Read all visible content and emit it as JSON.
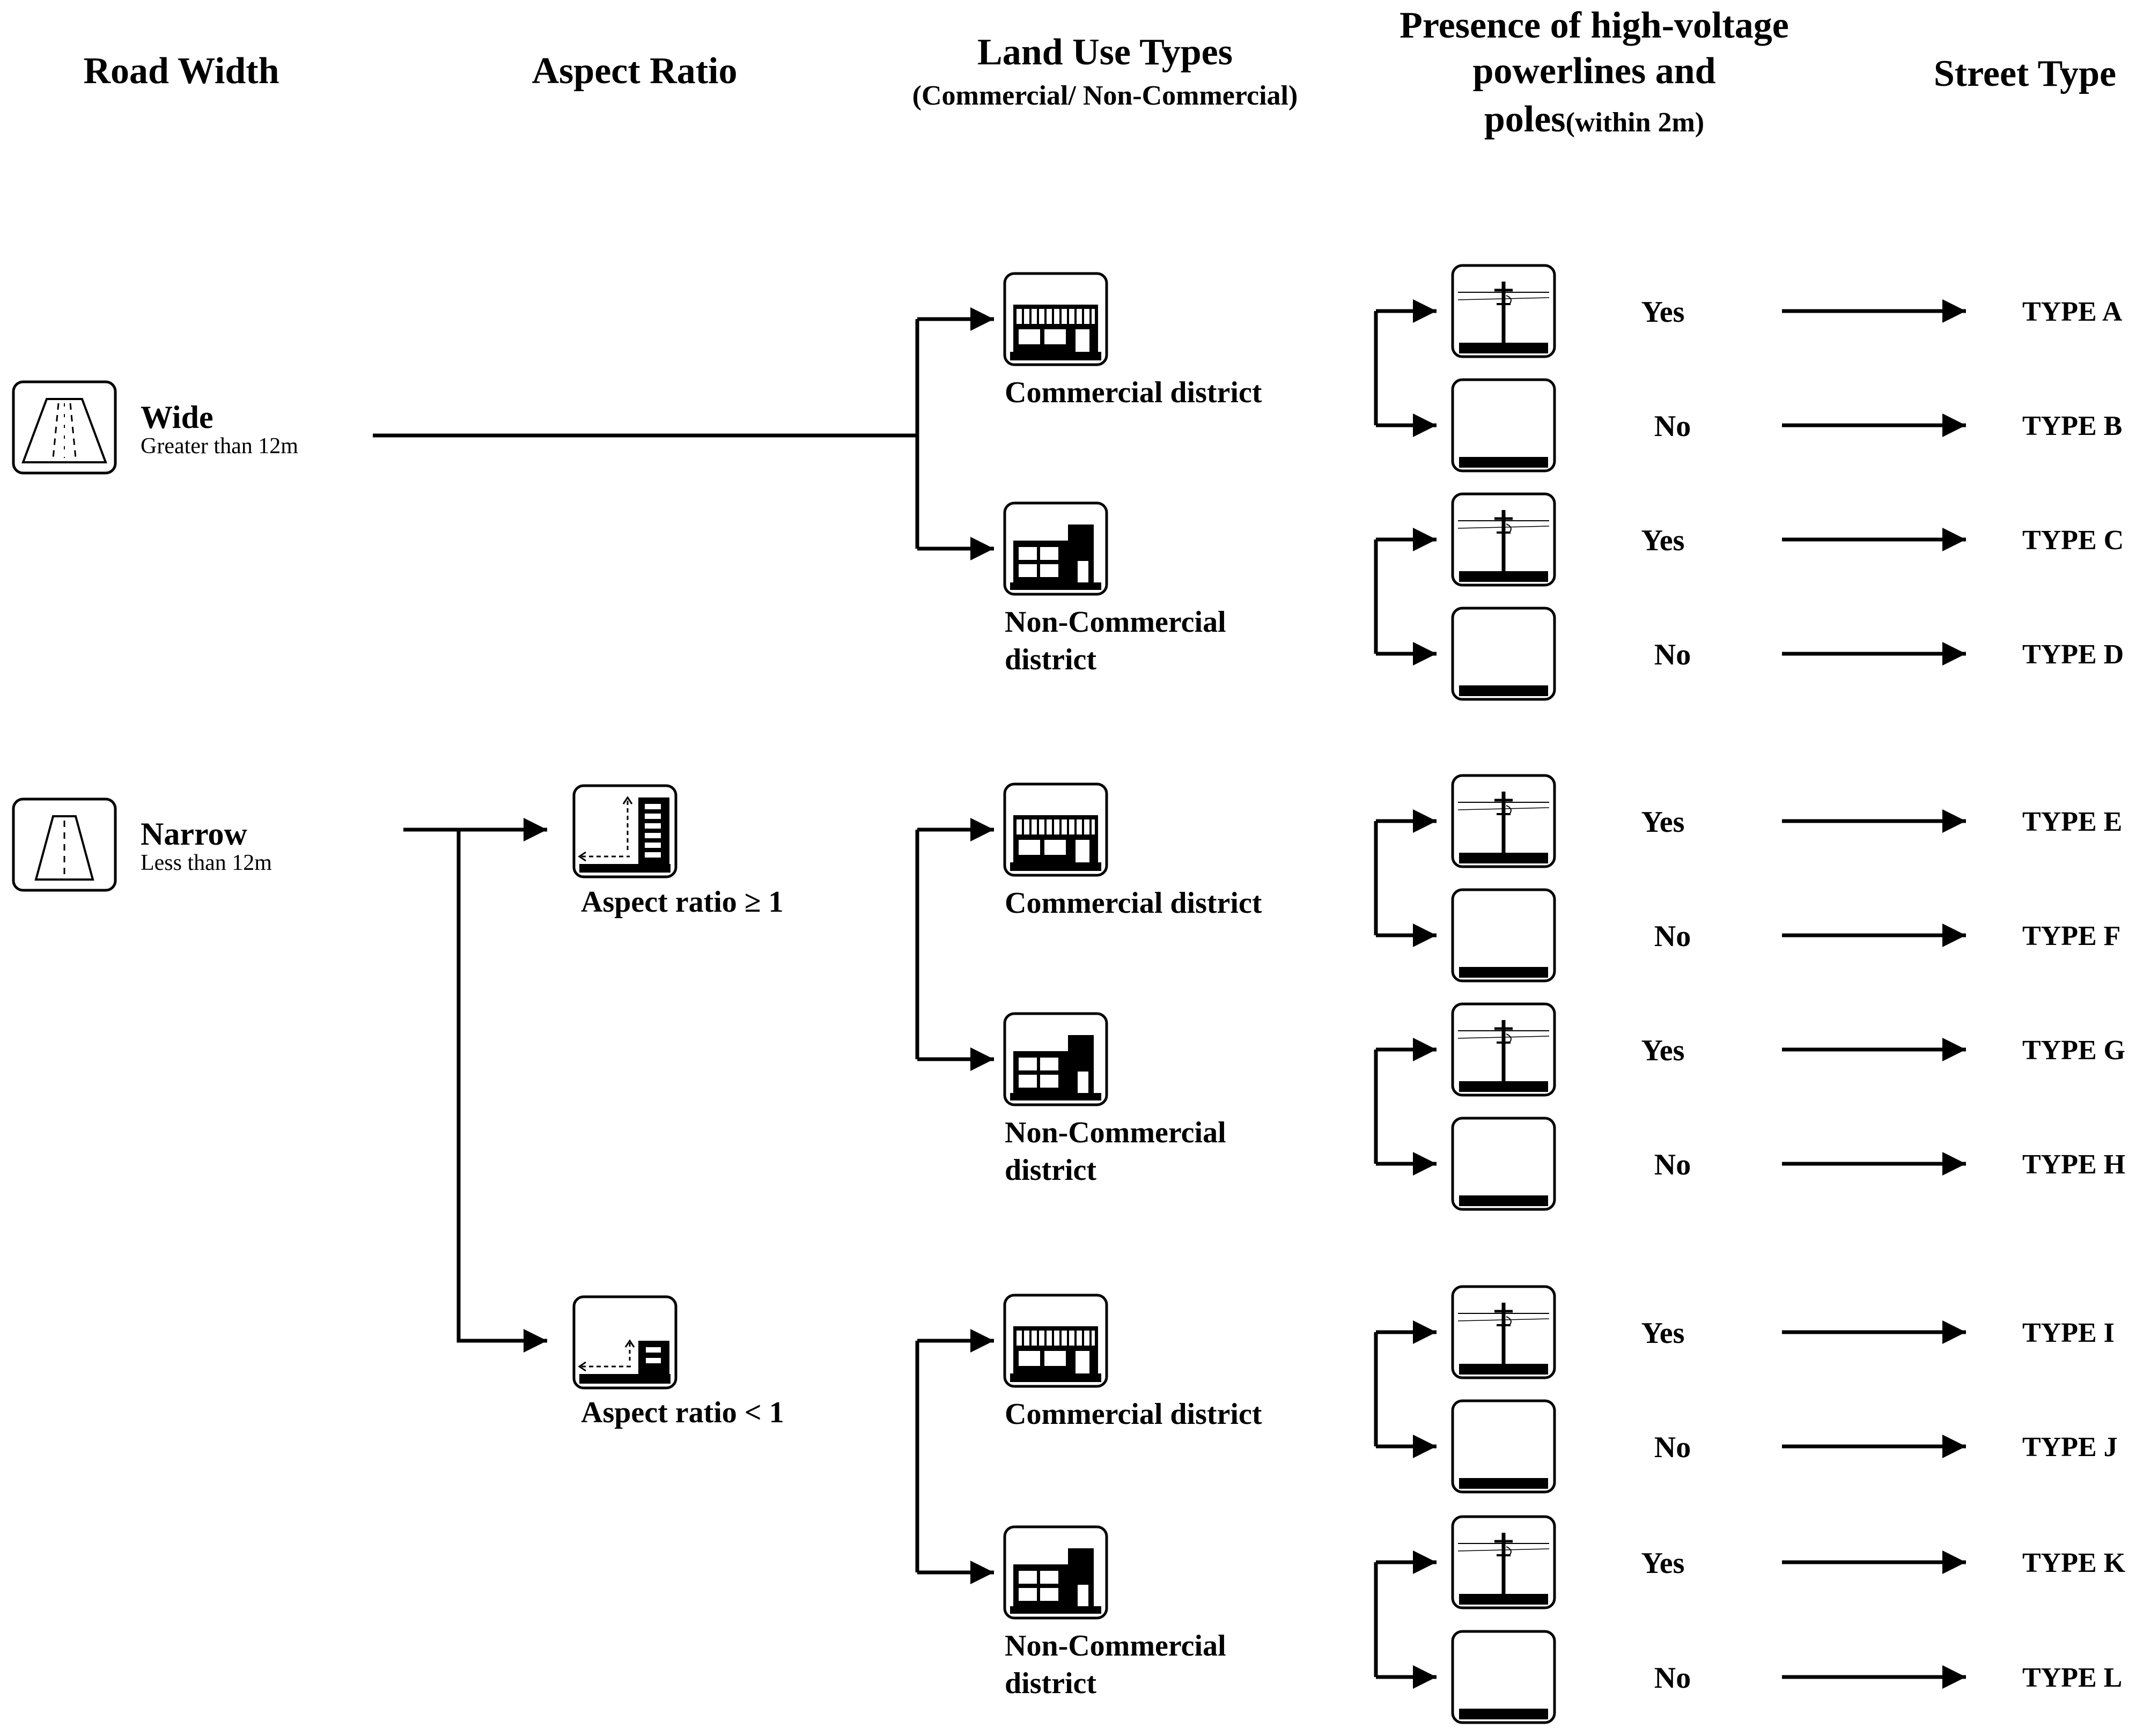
{
  "headers": {
    "road_width": "Road Width",
    "aspect_ratio": "Aspect Ratio",
    "land_use_line1": "Land Use Types",
    "land_use_line2": "(Commercial/ Non-Commercial)",
    "powerlines_line1": "Presence of high-voltage",
    "powerlines_line2": "powerlines and",
    "powerlines_line3_main": "poles",
    "powerlines_line3_small": "(within 2m)",
    "street_type": "Street Type"
  },
  "road_width": {
    "wide": {
      "label": "Wide",
      "sub": "Greater than 12m",
      "icon": "wide-road-icon"
    },
    "narrow": {
      "label": "Narrow",
      "sub": "Less than 12m",
      "icon": "narrow-road-icon"
    }
  },
  "aspect_ratio": {
    "high": {
      "label": "Aspect ratio ≥ 1",
      "icon": "tall-building-street-icon"
    },
    "low": {
      "label": "Aspect ratio < 1",
      "icon": "low-building-street-icon"
    }
  },
  "land_use": {
    "commercial": "Commercial district",
    "noncommercial_line1": "Non-Commercial",
    "noncommercial_line2": "district"
  },
  "powerline_answers": {
    "yes": "Yes",
    "no": "No"
  },
  "street_types": [
    "TYPE A",
    "TYPE B",
    "TYPE C",
    "TYPE D",
    "TYPE E",
    "TYPE F",
    "TYPE G",
    "TYPE H",
    "TYPE I",
    "TYPE J",
    "TYPE K",
    "TYPE L"
  ]
}
